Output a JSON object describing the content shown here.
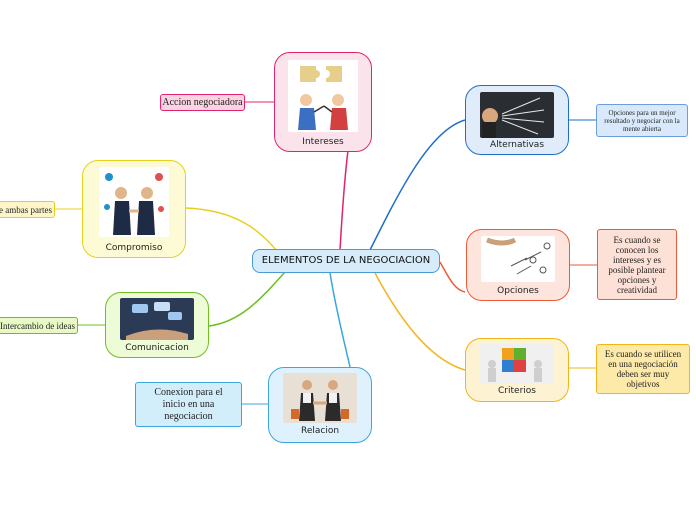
{
  "map": {
    "central_topic": "ELEMENTOS DE LA NEGOCIACION",
    "topics": {
      "intereses": {
        "label": "Intereses",
        "note": "Accion negociadora",
        "image_icon": "puzzle-people-icon",
        "color": "#e0256e"
      },
      "alternativas": {
        "label": "Alternativas",
        "note": "Opciones para un mejor resultado y negociar con la mente abierta",
        "image_icon": "thinking-arrows-icon",
        "color": "#1f6fc9"
      },
      "compromiso": {
        "label": "Compromiso",
        "note": "e ambas partes",
        "image_icon": "handshake-icon",
        "color": "#e8cf1a"
      },
      "opciones": {
        "label": "Opciones",
        "note": "Es cuando se conocen los intereses y es posible plantear opciones y creatividad",
        "image_icon": "hand-writing-icon",
        "color": "#ee5a3a"
      },
      "comunicacion": {
        "label": "Comunicacion",
        "note": "Intercambio de ideas",
        "image_icon": "chat-bubbles-icon",
        "color": "#6fbf1f"
      },
      "criterios": {
        "label": "Criterios",
        "note": "Es cuando se utilicen en una negociación deben ser muy objetivos",
        "image_icon": "puzzle-figures-icon",
        "color": "#f2b51c"
      },
      "relacion": {
        "label": "Relacion",
        "note": "Conexion para el inicio en una negociacion",
        "image_icon": "business-people-icon",
        "color": "#3aa7e0"
      }
    }
  }
}
